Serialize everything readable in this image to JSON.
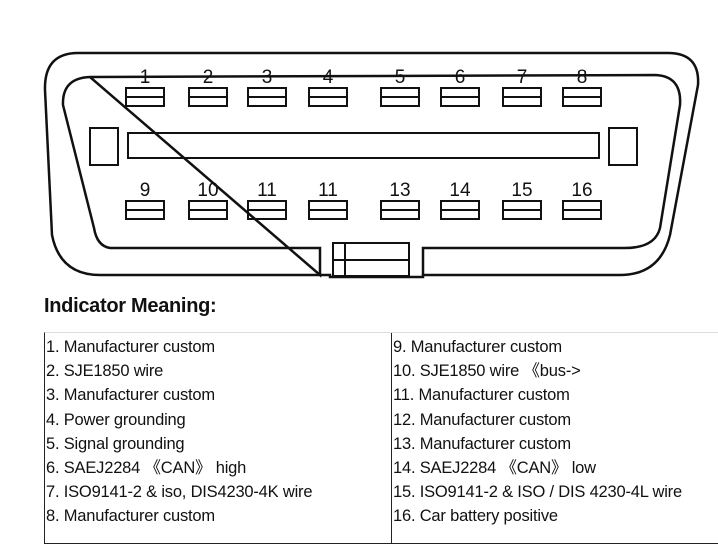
{
  "connector": {
    "top_pins": [
      "1",
      "2",
      "3",
      "4",
      "5",
      "6",
      "7",
      "8"
    ],
    "bottom_pins": [
      "9",
      "10",
      "11",
      "11",
      "13",
      "14",
      "15",
      "16"
    ]
  },
  "heading": "Indicator Meaning:",
  "table": {
    "left": [
      "1. Manufacturer custom",
      "2. SJE1850 wire",
      "3. Manufacturer custom",
      "4. Power grounding",
      "5. Signal grounding",
      "6. SAEJ2284 《CAN》 high",
      "7. ISO9141-2 & iso, DIS4230-4K wire",
      "8. Manufacturer custom"
    ],
    "right": [
      "9. Manufacturer custom",
      "10. SJE1850 wire 《bus->",
      "11. Manufacturer custom",
      "12. Manufacturer custom",
      "13. Manufacturer custom",
      "14. SAEJ2284 《CAN》 low",
      "15. ISO9141-2 & ISO / DIS 4230-4L wire",
      "16. Car battery positive"
    ]
  }
}
